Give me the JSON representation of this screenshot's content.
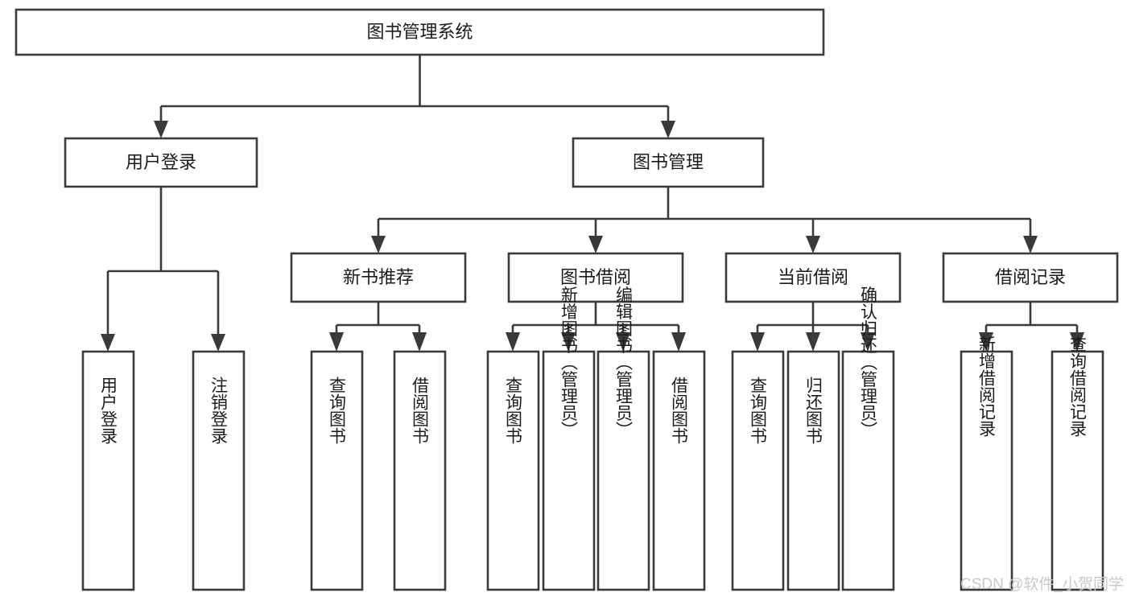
{
  "diagram": {
    "title": "图书管理系统",
    "type": "hierarchy-tree",
    "orientation": "top-down",
    "colors": {
      "box_stroke": "#3a3a3a",
      "box_fill": "#ffffff",
      "connector": "#3a3a3a",
      "text": "#1b1b1b",
      "watermark": "#c9c9c9",
      "background": "#ffffff"
    },
    "root": {
      "label": "图书管理系统"
    },
    "level2": [
      {
        "label": "用户登录"
      },
      {
        "label": "图书管理"
      }
    ],
    "level3": [
      {
        "label": "新书推荐"
      },
      {
        "label": "图书借阅"
      },
      {
        "label": "当前借阅"
      },
      {
        "label": "借阅记录"
      }
    ],
    "leaves": {
      "user_login": [
        {
          "label": "用户登录"
        },
        {
          "label": "注销登录"
        }
      ],
      "new_book_recommend": [
        {
          "label": "查询图书"
        },
        {
          "label": "借阅图书"
        }
      ],
      "book_borrow": [
        {
          "label": "查询图书"
        },
        {
          "label": "新增图书（管理员）"
        },
        {
          "label": "编辑图书（管理员）"
        },
        {
          "label": "借阅图书"
        }
      ],
      "current_borrow": [
        {
          "label": "查询图书"
        },
        {
          "label": "归还图书"
        },
        {
          "label": "确认归还（管理员）"
        }
      ],
      "borrow_record": [
        {
          "label": "新增借阅记录"
        },
        {
          "label": "查询借阅记录"
        }
      ]
    }
  },
  "watermark": {
    "text": "CSDN @软件_小贺同学"
  }
}
